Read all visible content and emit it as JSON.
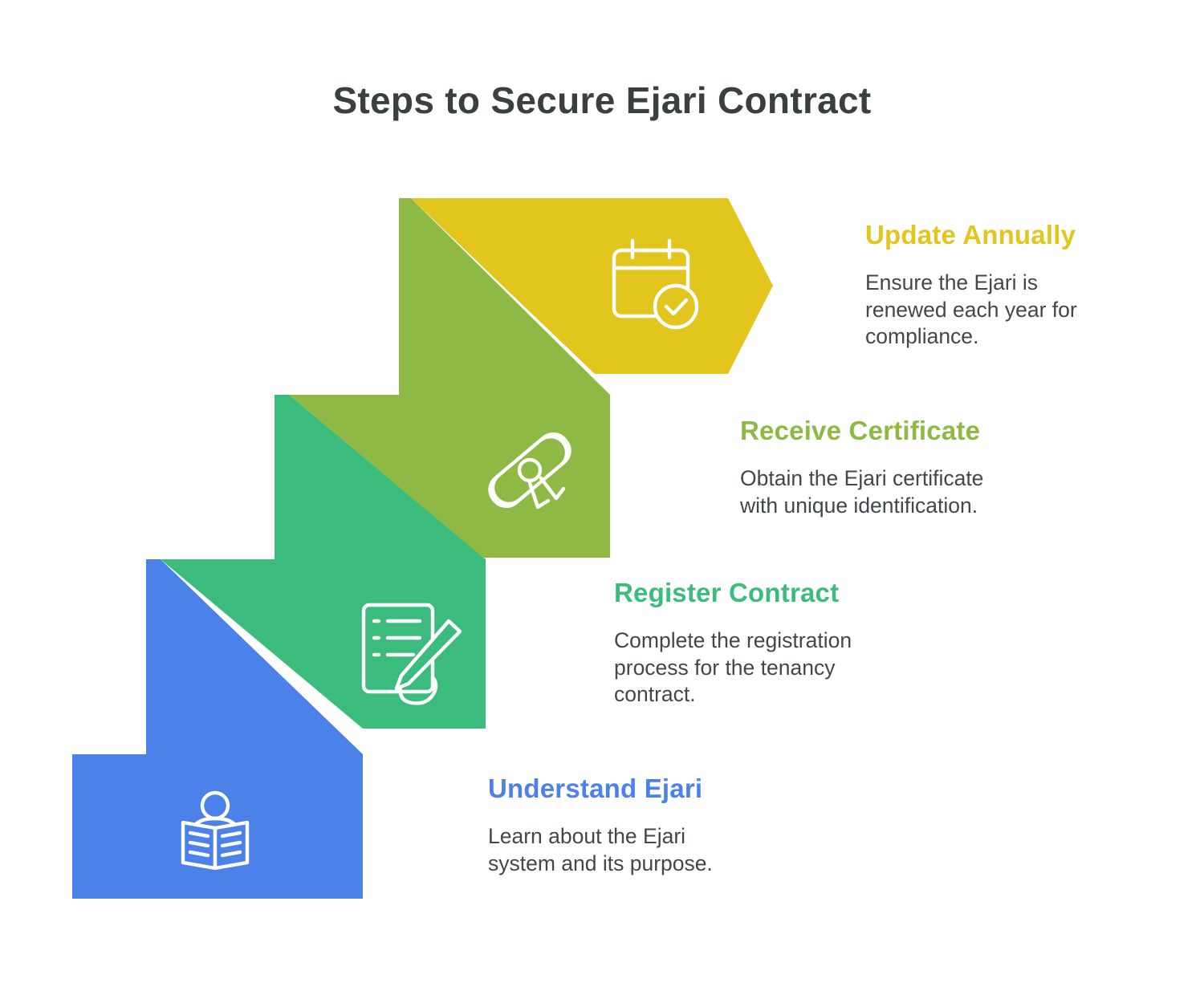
{
  "title": "Steps to Secure Ejari Contract",
  "title_color": "#3A3F42",
  "text_color": "#41474B",
  "icon_stroke_color": "#FFFFFF",
  "background_color": "#FFFFFF",
  "steps": [
    {
      "name": "update-annually",
      "heading": "Update Annually",
      "description": "Ensure the Ejari is\nrenewed each year for\ncompliance.",
      "color": "#E2C51D",
      "icon": "calendar-check-icon"
    },
    {
      "name": "receive-certificate",
      "heading": "Receive Certificate",
      "description": "Obtain the Ejari certificate\nwith unique identification.",
      "color": "#8FB945",
      "icon": "certificate-scroll-icon"
    },
    {
      "name": "register-contract",
      "heading": "Register Contract",
      "description": "Complete the registration\nprocess for the tenancy\ncontract.",
      "color": "#3BBC7D",
      "icon": "document-pen-icon"
    },
    {
      "name": "understand-ejari",
      "heading": "Understand Ejari",
      "description": "Learn about the Ejari\nsystem and its purpose.",
      "color": "#4B81E8",
      "icon": "person-reading-icon"
    }
  ]
}
